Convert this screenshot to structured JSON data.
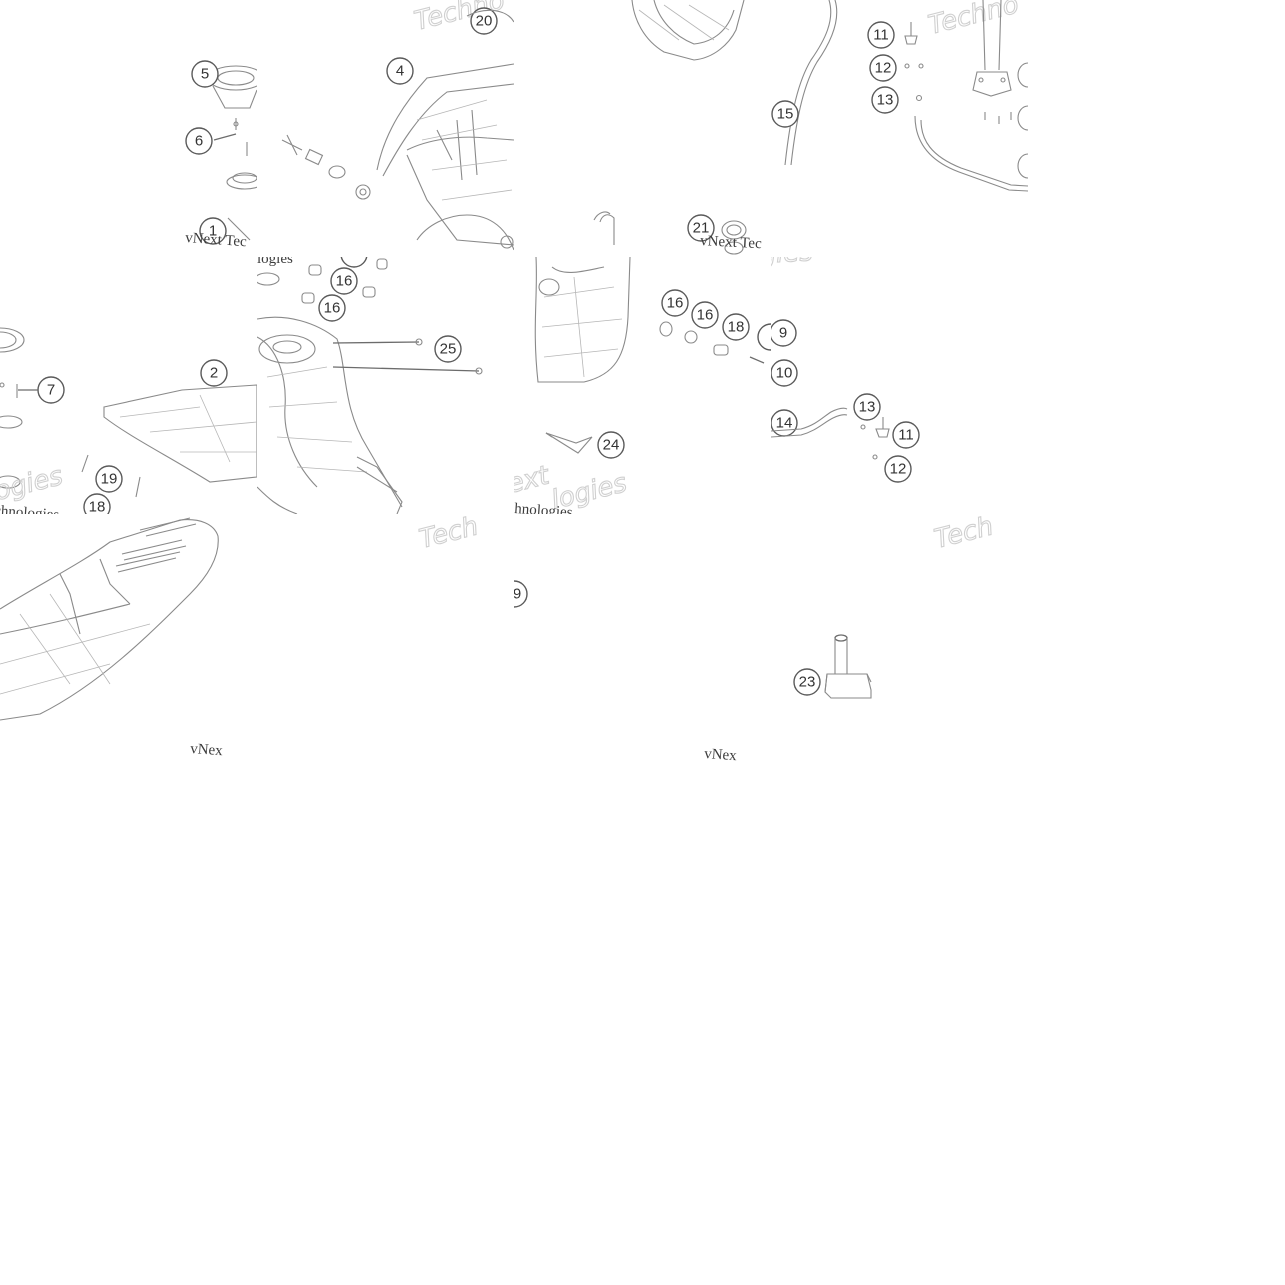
{
  "diagram": {
    "watermarks": {
      "tech": "Techno",
      "tech_short": "Tech",
      "vnext": "vNext Tec",
      "vnext_short": "vNex",
      "technologies": "chnologies",
      "technologies_frag": "hnologies",
      "ext": "ext",
      "logies": "logies",
      "olo": "ologies"
    },
    "callouts": {
      "c20": "20",
      "c5": "5",
      "c4": "4",
      "c6": "6",
      "c11a": "11",
      "c12a": "12",
      "c13a": "13",
      "c15": "15",
      "c21": "21",
      "c16a": "16",
      "c16b": "16",
      "c16c": "16",
      "c16d": "16",
      "c25": "25",
      "c2": "2",
      "c7": "7",
      "c19a": "19",
      "c18a": "18",
      "c18b": "18",
      "c9": "9",
      "c10": "10",
      "c13b": "13",
      "c14": "14",
      "c11b": "11",
      "c12b": "12",
      "c24": "24",
      "c19b": "9",
      "c23": "23",
      "c1": "1"
    }
  }
}
